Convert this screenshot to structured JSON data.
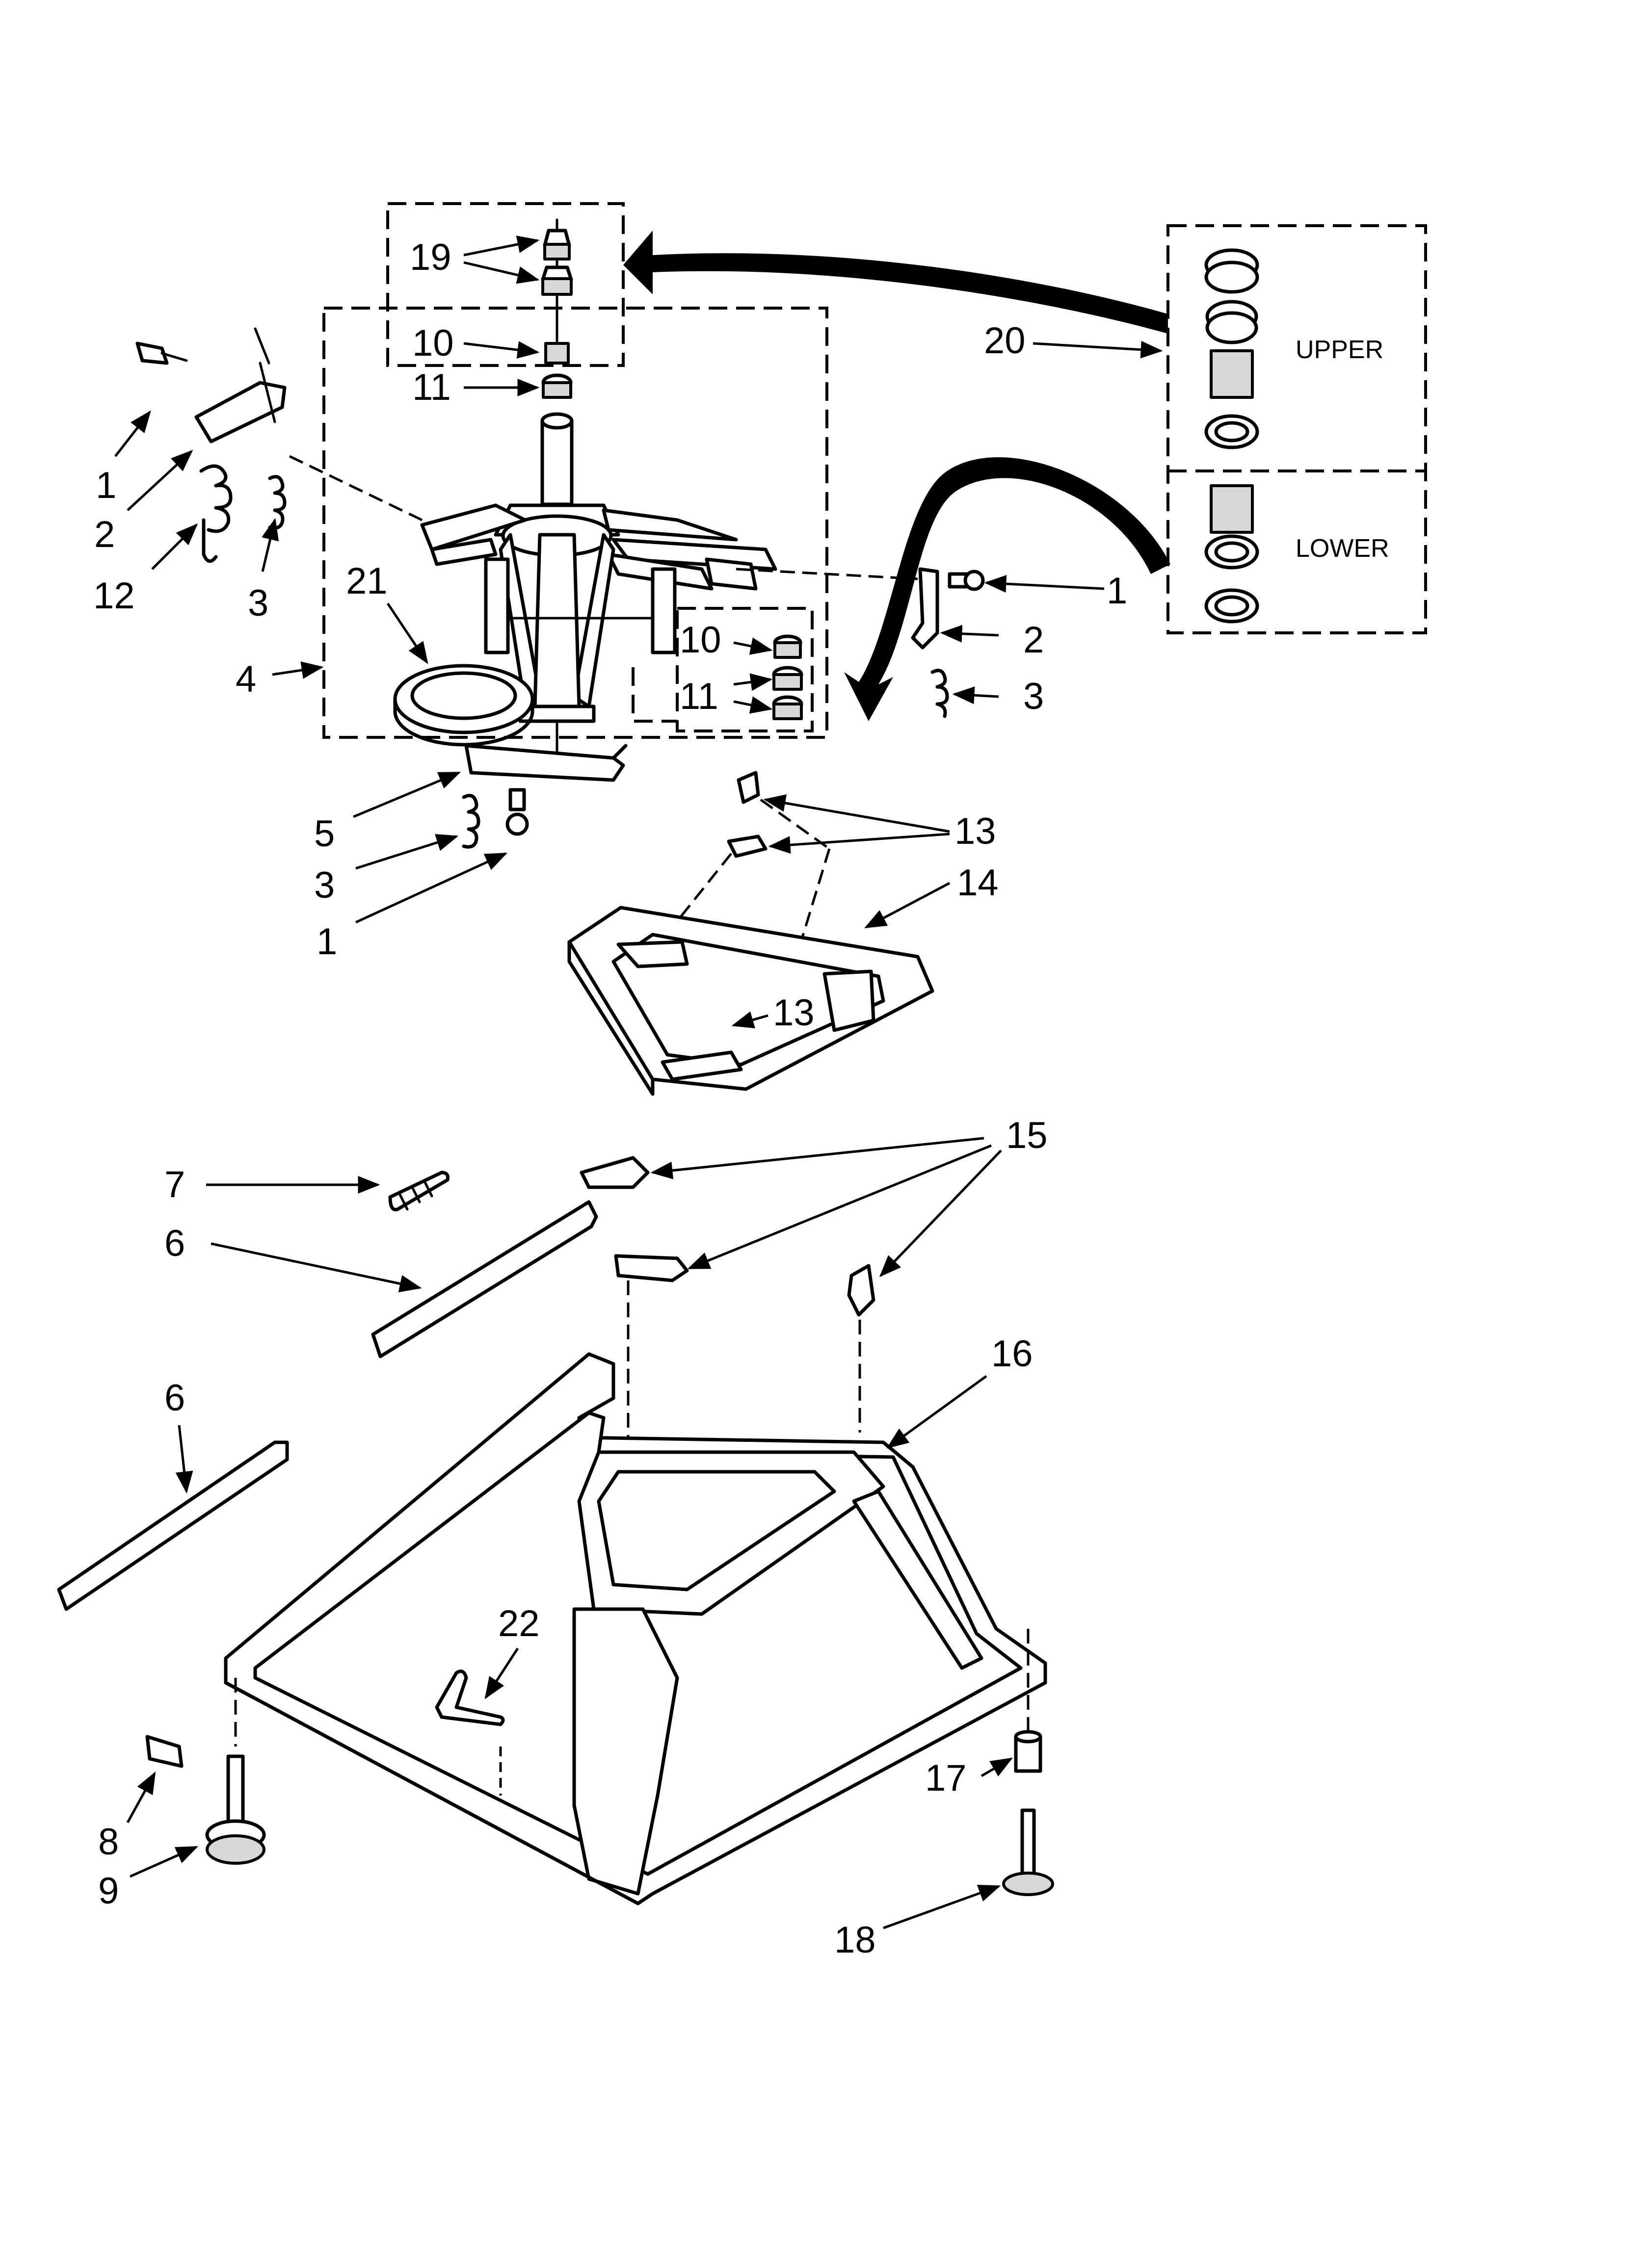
{
  "diagram": {
    "callouts": {
      "c1": "1",
      "c2": "2",
      "c3": "3",
      "c4": "4",
      "c5": "5",
      "c6": "6",
      "c7": "7",
      "c8": "8",
      "c9": "9",
      "c10": "10",
      "c11": "11",
      "c12": "12",
      "c13": "13",
      "c14": "14",
      "c15": "15",
      "c16": "16",
      "c17": "17",
      "c18": "18",
      "c19": "19",
      "c20": "20",
      "c21": "21",
      "c22": "22"
    },
    "kit": {
      "upper_label": "UPPER",
      "lower_label": "LOWER"
    }
  }
}
